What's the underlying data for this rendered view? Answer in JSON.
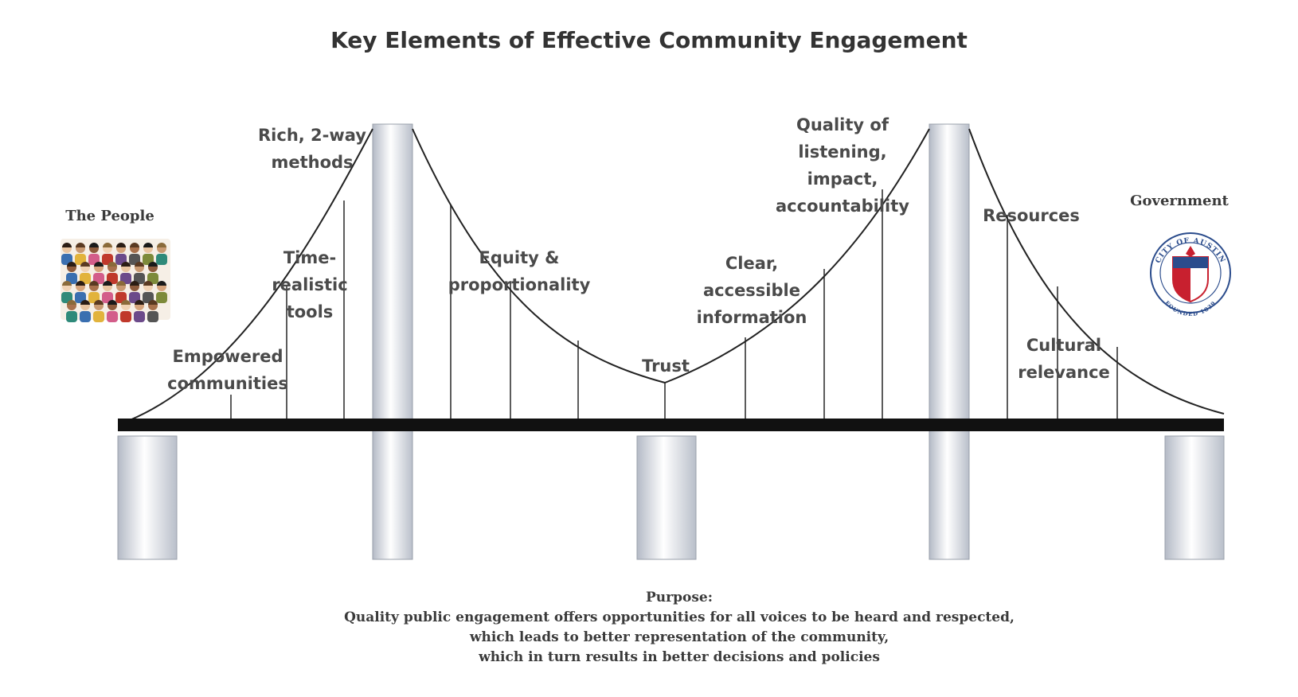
{
  "title": "Key Elements of Effective Community Engagement",
  "left_side": {
    "label": "The People",
    "image": "crowd-photo"
  },
  "right_side": {
    "label": "Government",
    "image": "city-of-austin-seal",
    "seal_text_top": "CITY OF AUSTIN",
    "seal_text_bottom": "FOUNDED 1839"
  },
  "bridge_labels": [
    {
      "id": "rich-two-way",
      "lines": [
        "Rich, 2-way",
        "methods"
      ]
    },
    {
      "id": "time-realistic",
      "lines": [
        "Time-",
        "realistic",
        "tools"
      ]
    },
    {
      "id": "empowered",
      "lines": [
        "Empowered",
        "communities"
      ]
    },
    {
      "id": "equity",
      "lines": [
        "Equity &",
        "proportionality"
      ]
    },
    {
      "id": "trust",
      "lines": [
        "Trust"
      ]
    },
    {
      "id": "clear-info",
      "lines": [
        "Clear,",
        "accessible",
        "information"
      ]
    },
    {
      "id": "quality-listening",
      "lines": [
        "Quality of",
        "listening,",
        "impact,",
        "accountability"
      ]
    },
    {
      "id": "resources",
      "lines": [
        "Resources"
      ]
    },
    {
      "id": "cultural",
      "lines": [
        "Cultural",
        "relevance"
      ]
    }
  ],
  "purpose": {
    "heading": "Purpose:",
    "lines": [
      "Quality public engagement offers opportunities for all voices to be heard and respected,",
      "which leads to better representation of the community,",
      "which in turn results in better decisions and policies"
    ]
  },
  "colors": {
    "deck": "#111111",
    "cable": "#222222",
    "pillar_edge": "#9aa0ab",
    "pillar_mid": "#ffffff",
    "pillar_side": "#c7ccd6",
    "seal_red": "#c8202f",
    "seal_blue": "#2b4c8c"
  }
}
